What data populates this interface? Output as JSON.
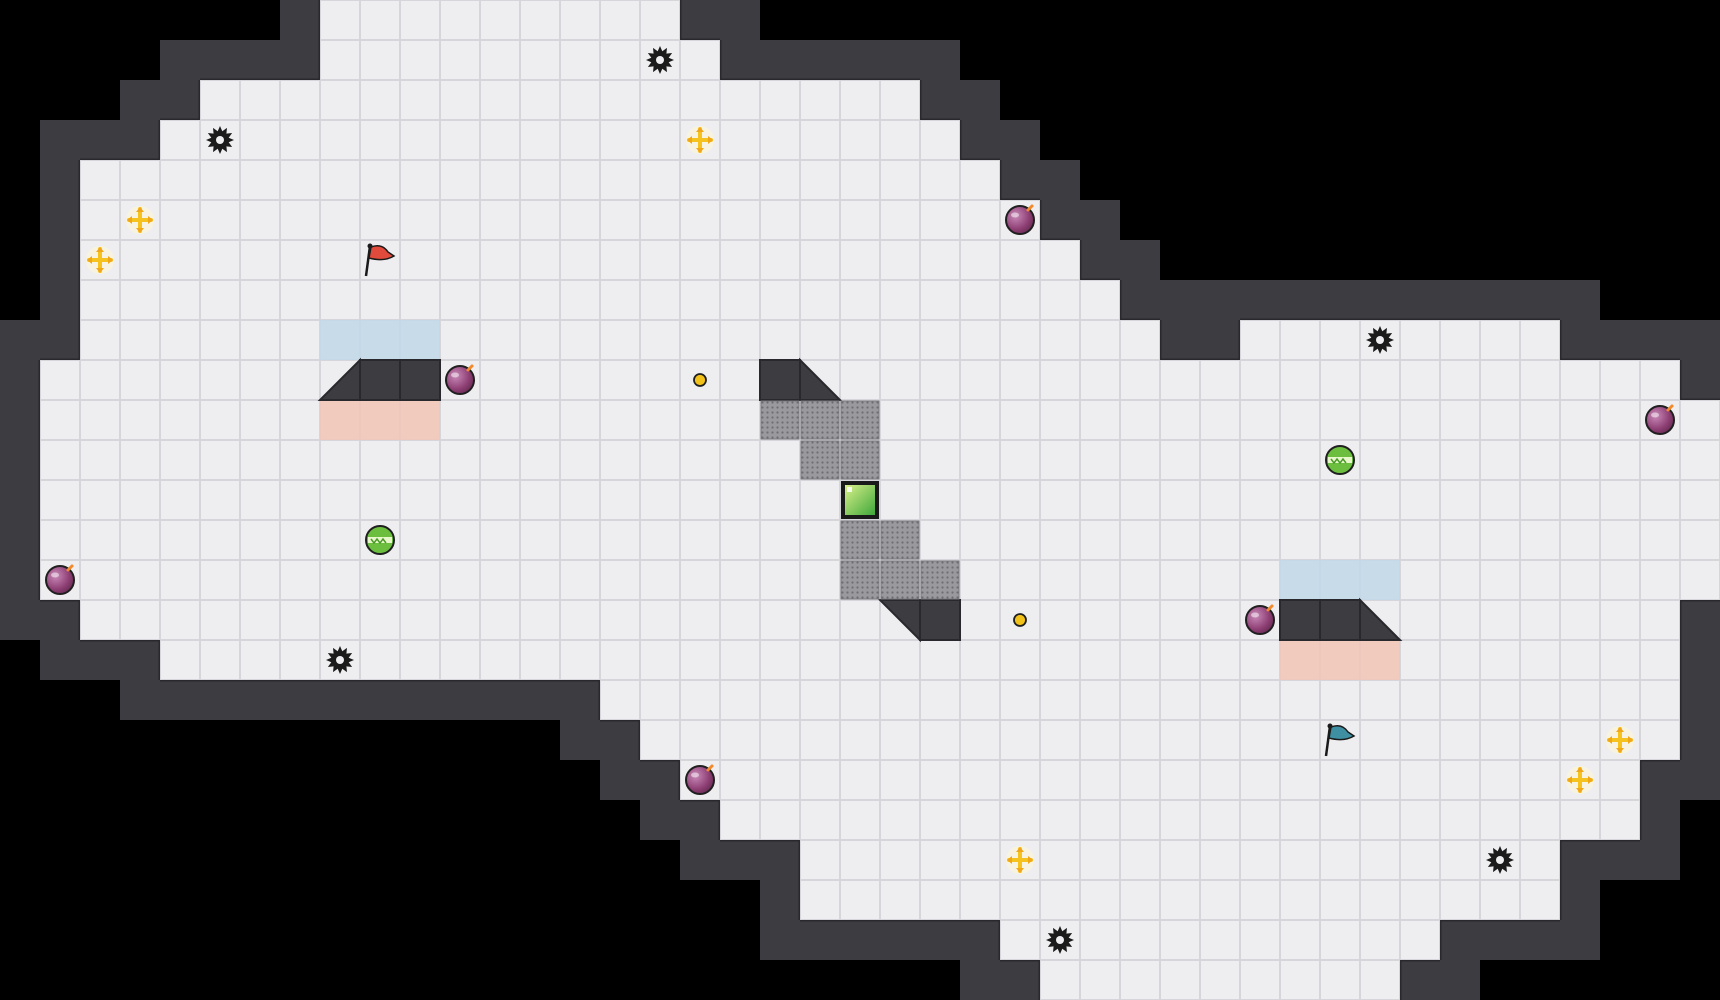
{
  "game": {
    "grid": {
      "cols": 43,
      "rows": 25
    },
    "colors": {
      "background": "#000000",
      "wall": "#3d3c41",
      "wall_edge": "#29282c",
      "floor": "#eeeef0",
      "floor_line": "#d6d6da",
      "red_team_zone": "#f1c7b8",
      "blue_team_zone": "#c2d8e8",
      "gate": "#8f8f93",
      "red_flag": "#e04b3c",
      "blue_flag": "#3f8fa2",
      "boost": "#f6c21e",
      "bomb": "#8e3f74",
      "powerup": "#6cbf3e",
      "spike": "#1b1b1b",
      "portal": "#7ac943"
    },
    "floor_rows": [
      [
        [
          8,
          16
        ]
      ],
      [
        [
          8,
          17
        ]
      ],
      [
        [
          5,
          7
        ],
        [
          8,
          22
        ]
      ],
      [
        [
          4,
          7
        ],
        [
          8,
          23
        ]
      ],
      [
        [
          2,
          24
        ]
      ],
      [
        [
          2,
          25
        ]
      ],
      [
        [
          2,
          26
        ]
      ],
      [
        [
          2,
          27
        ]
      ],
      [
        [
          2,
          28
        ],
        [
          31,
          38
        ]
      ],
      [
        [
          1,
          41
        ]
      ],
      [
        [
          1,
          42
        ]
      ],
      [
        [
          1,
          42
        ]
      ],
      [
        [
          1,
          42
        ]
      ],
      [
        [
          1,
          42
        ]
      ],
      [
        [
          1,
          42
        ]
      ],
      [
        [
          2,
          41
        ]
      ],
      [
        [
          4,
          7
        ],
        [
          8,
          11
        ],
        [
          12,
          14
        ],
        [
          15,
          41
        ]
      ],
      [
        [
          15,
          41
        ]
      ],
      [
        [
          16,
          41
        ]
      ],
      [
        [
          17,
          40
        ]
      ],
      [
        [
          18,
          40
        ]
      ],
      [
        [
          20,
          38
        ]
      ],
      [
        [
          20,
          24
        ],
        [
          25,
          38
        ]
      ],
      [
        [
          25,
          35
        ]
      ],
      [
        [
          26,
          34
        ]
      ]
    ],
    "red_zone_cells": [
      [
        8,
        10
      ],
      [
        9,
        10
      ],
      [
        10,
        10
      ],
      [
        32,
        16
      ],
      [
        33,
        16
      ],
      [
        34,
        16
      ]
    ],
    "blue_zone_cells": [
      [
        8,
        8
      ],
      [
        9,
        8
      ],
      [
        10,
        8
      ],
      [
        32,
        14
      ],
      [
        33,
        14
      ],
      [
        34,
        14
      ]
    ],
    "inner_walls": [
      {
        "name": "wall-block-red-base",
        "cells": [
          [
            9,
            9
          ],
          [
            10,
            9
          ]
        ],
        "ramp": [
          8,
          9,
          "br"
        ]
      },
      {
        "name": "wall-block-blue-base",
        "cells": [
          [
            32,
            15
          ],
          [
            33,
            15
          ]
        ],
        "ramp": [
          34,
          15,
          "bl"
        ]
      },
      {
        "name": "wall-block-center-top",
        "cells": [
          [
            19,
            9
          ]
        ],
        "ramp": [
          20,
          9,
          "bl"
        ]
      },
      {
        "name": "wall-block-center-bottom",
        "cells": [
          [
            23,
            15
          ]
        ],
        "ramp": [
          22,
          15,
          "tr"
        ]
      }
    ],
    "gate_cells": [
      [
        19,
        10
      ],
      [
        20,
        10
      ],
      [
        21,
        10
      ],
      [
        20,
        11
      ],
      [
        21,
        11
      ],
      [
        21,
        13
      ],
      [
        22,
        13
      ],
      [
        21,
        14
      ],
      [
        22,
        14
      ],
      [
        23,
        14
      ]
    ],
    "portal": {
      "cell": [
        21,
        12
      ]
    },
    "flags": [
      {
        "team": "red",
        "cell": [
          9,
          6
        ]
      },
      {
        "team": "blue",
        "cell": [
          33,
          18
        ]
      }
    ],
    "boosts": [
      [
        17,
        3
      ],
      [
        3,
        5
      ],
      [
        2,
        6
      ],
      [
        40,
        18
      ],
      [
        39,
        19
      ],
      [
        25,
        21
      ]
    ],
    "bombs": [
      [
        25,
        5
      ],
      [
        11,
        9
      ],
      [
        41,
        10
      ],
      [
        1,
        14
      ],
      [
        31,
        15
      ],
      [
        17,
        19
      ]
    ],
    "powerups": [
      [
        33,
        11
      ],
      [
        9,
        13
      ]
    ],
    "spikes": [
      [
        16,
        1
      ],
      [
        5,
        3
      ],
      [
        34,
        8
      ],
      [
        8,
        16
      ],
      [
        37,
        21
      ],
      [
        26,
        23
      ]
    ],
    "dots": [
      [
        17,
        9
      ],
      [
        25,
        15
      ]
    ]
  }
}
